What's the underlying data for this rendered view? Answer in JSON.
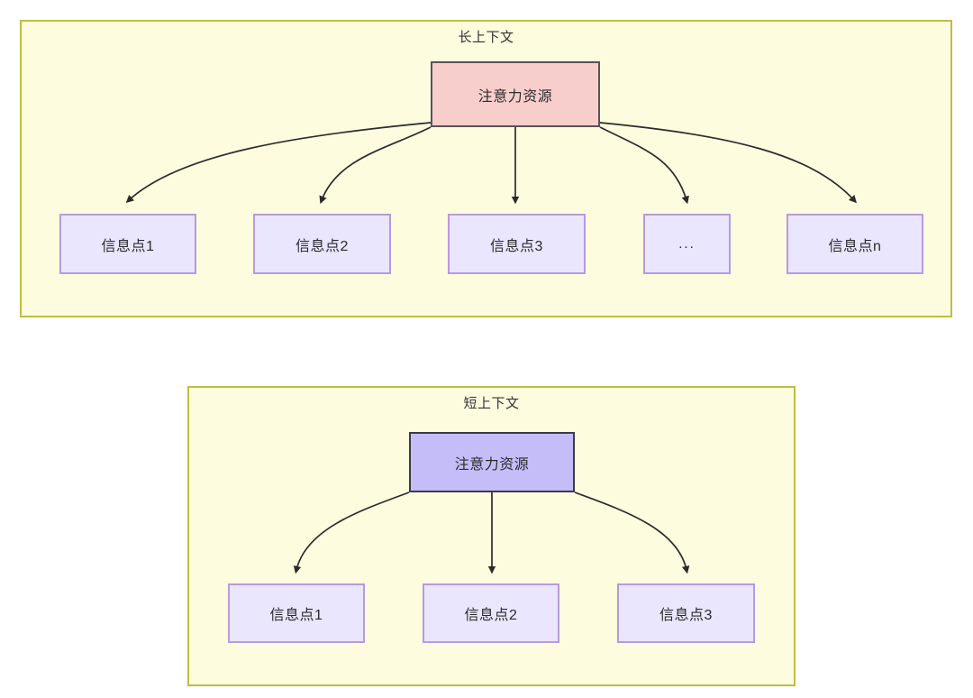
{
  "diagram": {
    "title": "",
    "groups": [
      {
        "id": "long-context",
        "label": "长上下文",
        "root": {
          "label": "注意力资源",
          "fill": "#f8cecc",
          "stroke": "#56535a"
        },
        "children": [
          {
            "label": "信息点1"
          },
          {
            "label": "信息点2"
          },
          {
            "label": "信息点3"
          },
          {
            "label": "..."
          },
          {
            "label": "信息点n"
          }
        ]
      },
      {
        "id": "short-context",
        "label": "短上下文",
        "root": {
          "label": "注意力资源",
          "fill": "#c4bdf7",
          "stroke": "#3c3a45"
        },
        "children": [
          {
            "label": "信息点1"
          },
          {
            "label": "信息点2"
          },
          {
            "label": "信息点3"
          }
        ]
      }
    ],
    "colors": {
      "group_fill": "#fdfcdf",
      "group_stroke": "#c2bc40",
      "info_fill": "#e9e6fd",
      "info_stroke": "#b79ae0",
      "edge": "#2b2b2b",
      "attention_long_fill": "#f8cecc",
      "attention_short_fill": "#c4bdf7"
    }
  }
}
